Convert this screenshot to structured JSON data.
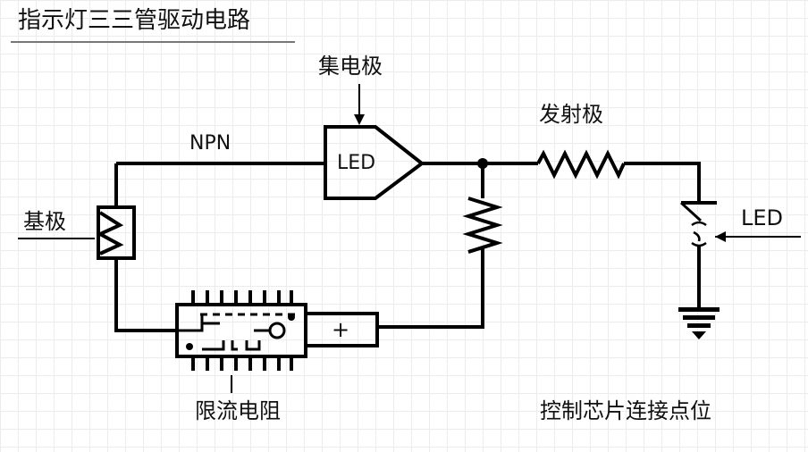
{
  "title": "指示灯三三管驱动电路",
  "labels": {
    "collector": "集电极",
    "npn": "NPN",
    "led_block": "LED",
    "emitter": "发射极",
    "base": "基极",
    "led_right": "LED",
    "current_limit_resistor": "限流电阻",
    "chip_connection": "控制芯片连接点位",
    "plus_sign": "+"
  },
  "colors": {
    "line": "#000000",
    "grid": "#ececec",
    "background": "#ffffff"
  }
}
